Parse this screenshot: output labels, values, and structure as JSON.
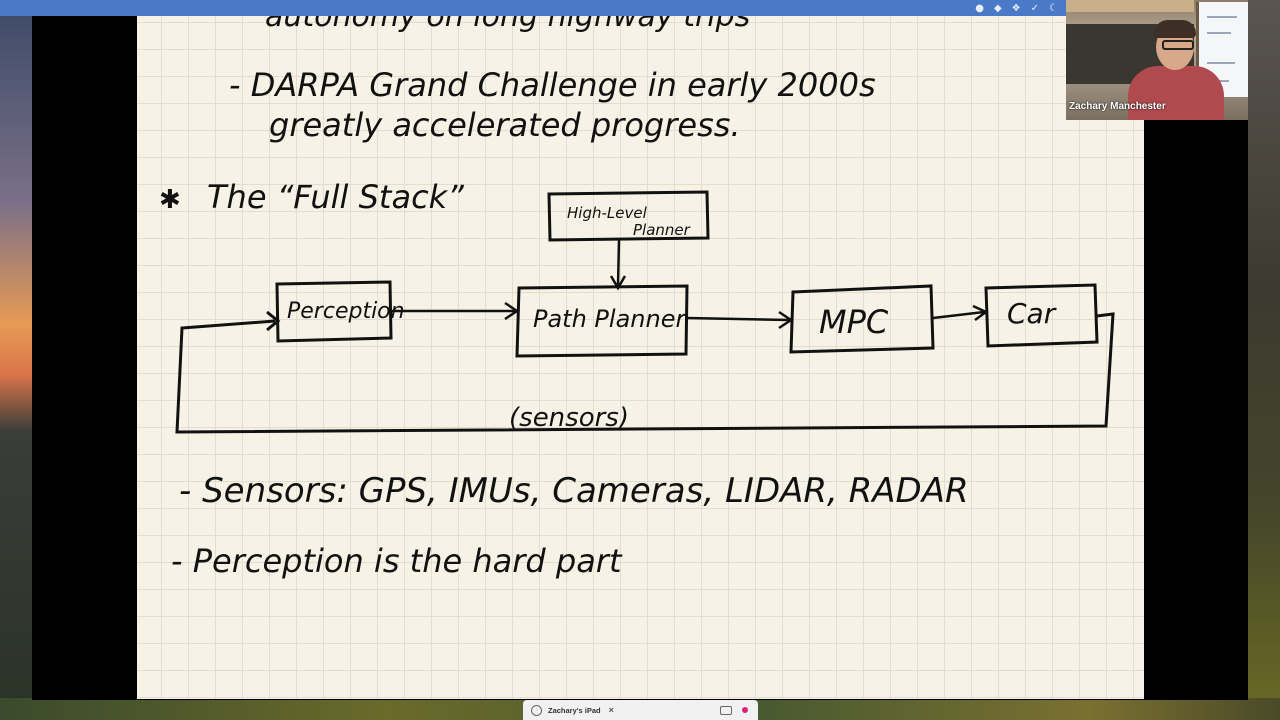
{
  "participant": {
    "name": "Zachary Manchester"
  },
  "share_bar": {
    "device_label": "Zachary's iPad",
    "close_glyph": "×",
    "record_color": "#d6247a"
  },
  "notes": {
    "top_partial": "autonomy on long highway trips",
    "line_darpa_1": "- DARPA Grand Challenge in early 2000s",
    "line_darpa_2": "greatly accelerated progress.",
    "star_bullet": "✱",
    "full_stack_heading": "The “Full Stack”",
    "diagram": {
      "high_level_1": "High-Level",
      "high_level_2": "Planner",
      "perception": "Perception",
      "path_planner": "Path Planner",
      "mpc": "MPC",
      "car": "Car",
      "sensors_label": "(sensors)"
    },
    "sensors_line": "- Sensors:  GPS, IMUs, Cameras, LIDAR, RADAR",
    "perception_line": "- Perception is the hard part"
  },
  "colors": {
    "ink": "#111111",
    "paper": "#f6f3e6",
    "grid": "#e2ddd0",
    "menu_bar": "#4a7ac7"
  }
}
